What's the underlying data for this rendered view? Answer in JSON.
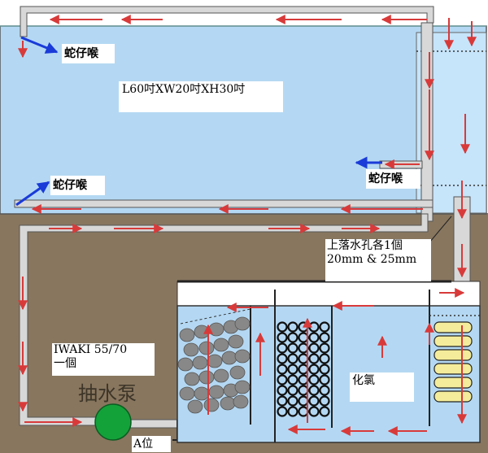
{
  "labels": {
    "snake_valve_top_left": "蛇仔喉",
    "tank_size": "L60吋XW20吋XH30吋",
    "snake_valve_bottom_left": "蛇仔喉",
    "snake_valve_right": "蛇仔喉",
    "overflow_holes_line1": "上落水孔各1個",
    "overflow_holes_line2": "20mm & 25mm",
    "pump_model_line1": "IWAKI 55/70",
    "pump_model_line2": "一個",
    "pump_title": "抽水泵",
    "chlorine": "化氯",
    "valve_position": "A位"
  },
  "colors": {
    "water": "#b4d8f3",
    "water_light": "#c6e4fa",
    "ground": "#88765f",
    "pipe": "#d8d8d8",
    "flow_arrow": "#d83a3a",
    "nozzle_arrow": "#1a3bd8",
    "pump": "#13a23a",
    "rock": "#888888",
    "ring": "#111111",
    "sponge": "#f4ec9a"
  },
  "icons": [
    "flow-arrow",
    "nozzle-arrow",
    "pump-icon",
    "rock-icon",
    "bio-ring-icon",
    "sponge-icon",
    "valve-icon"
  ]
}
